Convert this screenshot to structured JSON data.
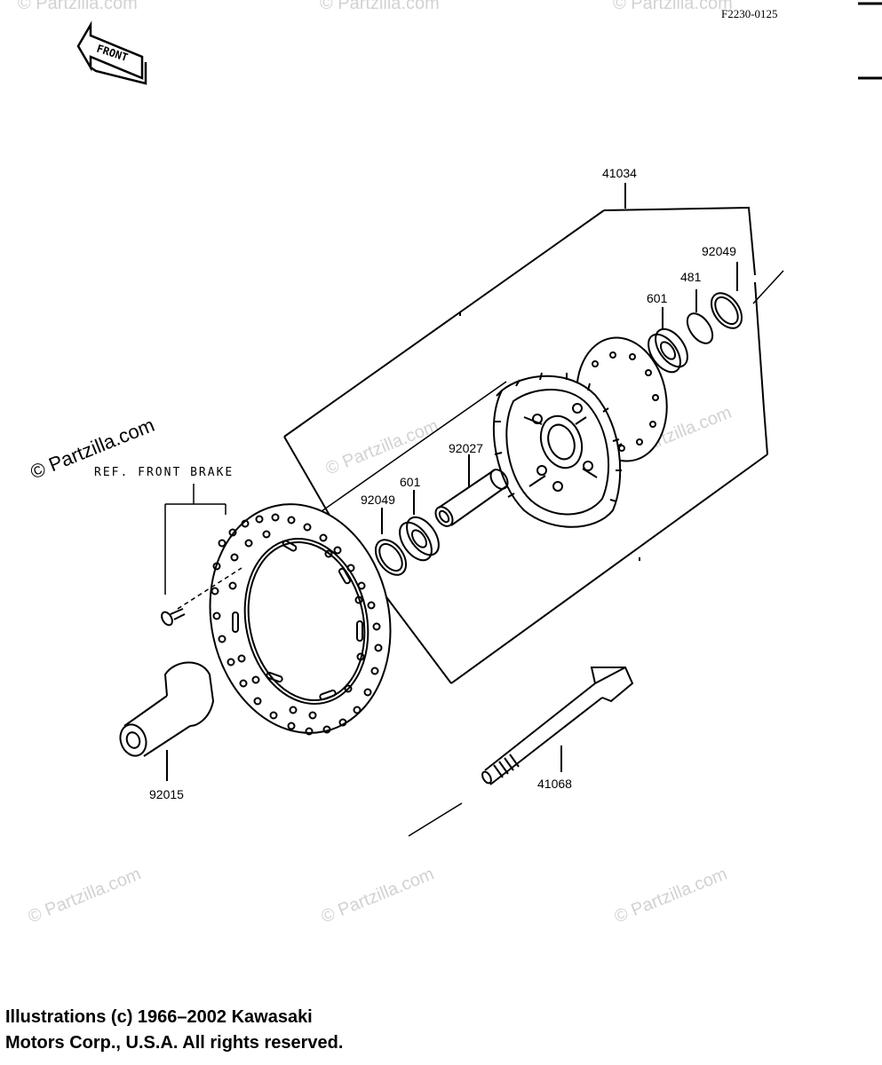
{
  "diagram": {
    "figure_code": "F2230-0125",
    "front_arrow_label": "FRONT",
    "reference_label": "REF. FRONT BRAKE",
    "watermark_text": "© Partzilla.com",
    "part_labels": {
      "hub": "41034",
      "oil_seal_right": "92049",
      "circlip": "481",
      "bearing_right": "601",
      "spacer": "92027",
      "bearing_left": "601",
      "oil_seal_left": "92049",
      "collar": "92015",
      "axle": "41068"
    }
  },
  "copyright": {
    "line1": "Illustrations (c) 1966–2002 Kawasaki",
    "line2": "Motors Corp., U.S.A.  All rights reserved."
  }
}
